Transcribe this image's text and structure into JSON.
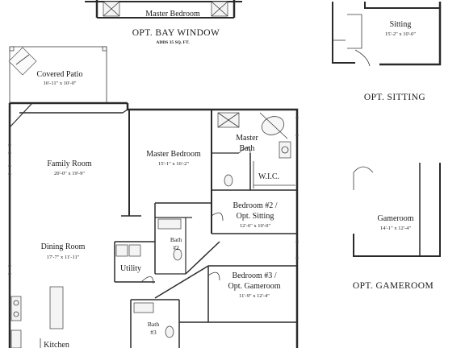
{
  "headings": {
    "bay_window": "OPT. BAY WINDOW",
    "bay_window_note": "ADDS 35 SQ. FT.",
    "sitting": "OPT. SITTING",
    "gameroom": "OPT. GAMEROOM"
  },
  "rooms": {
    "bay_master": {
      "name": "Master Bedroom"
    },
    "opt_sitting": {
      "name": "Sitting",
      "dim": "15'-2\" x 10'-0\""
    },
    "opt_gameroom": {
      "name": "Gameroom",
      "dim": "14'-1\" x 12'-4\""
    },
    "covered_patio": {
      "name": "Covered Patio",
      "dim": "16'-11\" x 10'-0\""
    },
    "family_room": {
      "name": "Family Room",
      "dim": "20'-0\" x 19'-9\""
    },
    "master_bedroom": {
      "name": "Master Bedroom",
      "dim": "15'-1\" x 16'-2\""
    },
    "master_bath": {
      "line1": "Master",
      "line2": "Bath"
    },
    "wic": {
      "name": "W.I.C."
    },
    "bedroom2": {
      "line1": "Bedroom #2 /",
      "line2": "Opt. Sitting",
      "dim": "12'-6\" x 10'-0\""
    },
    "bath2": {
      "line1": "Bath",
      "line2": "#2"
    },
    "dining_room": {
      "name": "Dining Room",
      "dim": "17'-7\" x 11'-11\""
    },
    "utility": {
      "name": "Utility"
    },
    "bedroom3": {
      "line1": "Bedroom #3 /",
      "line2": "Opt. Gameroom",
      "dim": "11'-9\" x 12'-4\""
    },
    "bath3": {
      "line1": "Bath",
      "line2": "#3"
    },
    "kitchen": {
      "name": "Kitchen"
    }
  }
}
